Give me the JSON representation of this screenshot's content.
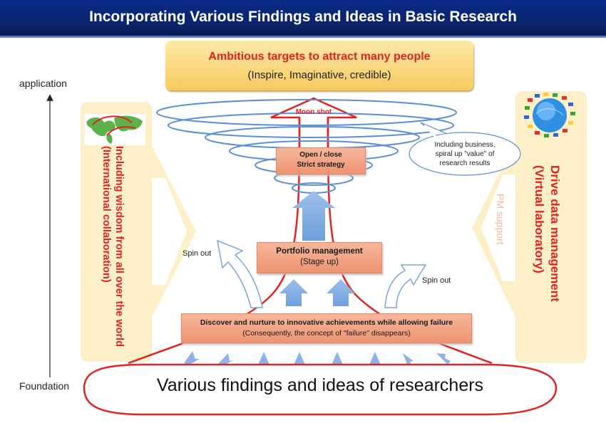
{
  "header": {
    "title": "Incorporating Various Findings and Ideas in Basic Research"
  },
  "axis": {
    "top_label": "application",
    "bottom_label": "Foundation"
  },
  "target": {
    "title": "Ambitious targets to attract many people",
    "subtitle": "(Inspire, Imaginative, credible)"
  },
  "moonshot": {
    "label": "Moon shot"
  },
  "strategy": {
    "line1": "Open / close",
    "line2": "Strict strategy"
  },
  "callout": {
    "text_lines": [
      "Including business,",
      "spiral up \"value\" of",
      "research results"
    ]
  },
  "left_panel": {
    "line1": "Including wisdom from all over the world",
    "line2": "(International collaboration)"
  },
  "right_panel": {
    "line1": "Drive data management",
    "line2": "(Virtual laboratory)",
    "support": "PM support"
  },
  "portfolio": {
    "title": "Portfolio management",
    "subtitle": "(Stage up)"
  },
  "spin_out": {
    "left": "Spin out",
    "right": "Spin out"
  },
  "discover": {
    "title": "Discover and nurture to innovative achievements while allowing failure",
    "subtitle": "(Consequently, the concept of \"failure\" disappears)"
  },
  "foundation": {
    "text": "Various findings and ideas of researchers"
  },
  "colors": {
    "banner": "#0a2369",
    "accent_red": "#e32222",
    "spiral_blue": "#5b8fd6",
    "panel": "#fdefc8",
    "orange_box": "#f4a888"
  }
}
